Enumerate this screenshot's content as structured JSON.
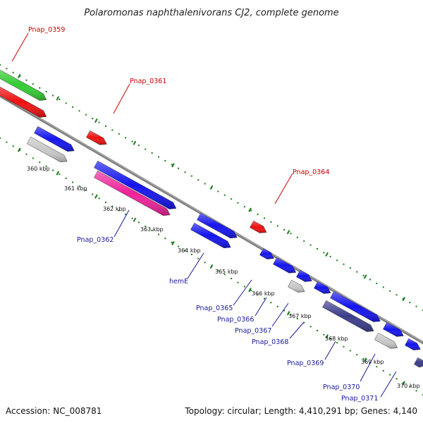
{
  "title": "Polaromonas naphthalenivorans CJ2, complete genome",
  "footer": {
    "accession": "Accession: NC_008781",
    "summary": "Topology: circular; Length: 4,410,291 bp; Genes: 4,140"
  },
  "colors": {
    "backbone": "#808080",
    "ticks": "#1a7a1a",
    "forward_label": "#cc0000",
    "reverse_label": "#1a1a99",
    "green_gene": "#33cc33",
    "red_gene": "#ee1111",
    "blue_gene": "#1515ee",
    "gray_gene": "#c8c8c8",
    "pink_gene": "#ee2299",
    "navy_gene": "#3c3c8c"
  },
  "scale_labels": [
    "360 kbp",
    "361 kbp",
    "362 kbp",
    "363 kbp",
    "364 kbp",
    "365 kbp",
    "366 kbp",
    "367 kbp",
    "368 kbp",
    "369 kbp",
    "370 kbp"
  ],
  "gene_labels": [
    {
      "text": "Pnap_0359",
      "strand": "forward"
    },
    {
      "text": "Pnap_0361",
      "strand": "forward"
    },
    {
      "text": "Pnap_0364",
      "strand": "forward"
    },
    {
      "text": "Pnap_0362",
      "strand": "reverse"
    },
    {
      "text": "hemE",
      "strand": "reverse"
    },
    {
      "text": "Pnap_0365",
      "strand": "reverse"
    },
    {
      "text": "Pnap_0366",
      "strand": "reverse"
    },
    {
      "text": "Pnap_0367",
      "strand": "reverse"
    },
    {
      "text": "Pnap_0368",
      "strand": "reverse"
    },
    {
      "text": "Pnap_0369",
      "strand": "reverse"
    },
    {
      "text": "Pnap_0370",
      "strand": "reverse"
    },
    {
      "text": "Pnap_0371",
      "strand": "reverse"
    }
  ]
}
